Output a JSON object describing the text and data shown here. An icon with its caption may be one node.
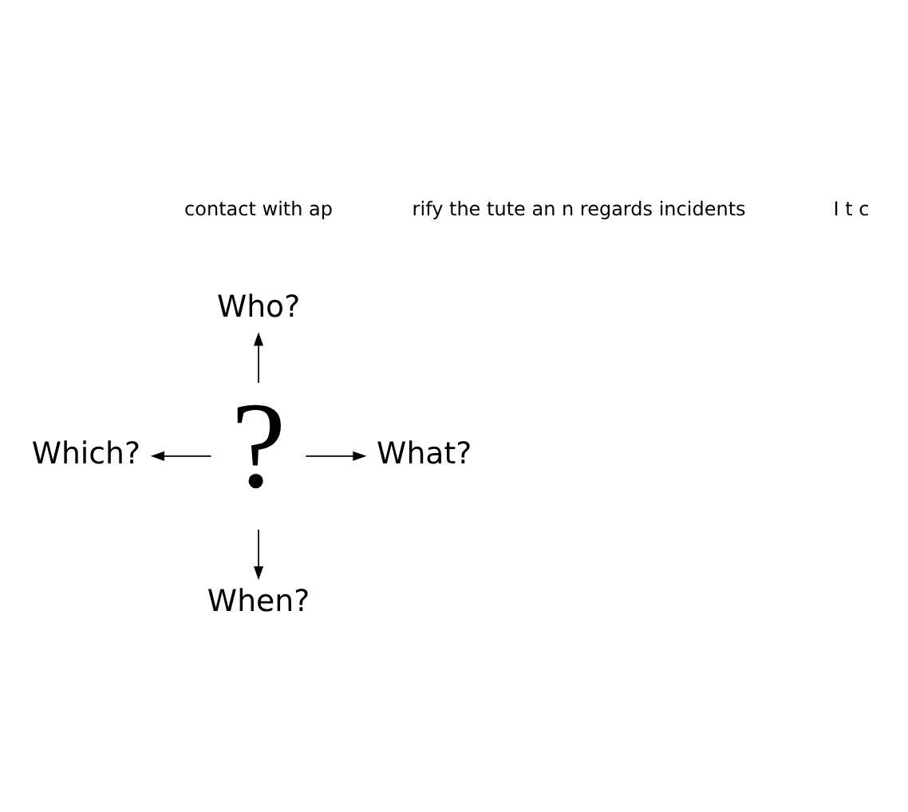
{
  "diagram": {
    "nodes": [
      {
        "text": [
          "?"
        ]
      },
      {
        "text": [
          "Who?"
        ]
      },
      {
        "text": [
          "Which?"
        ]
      },
      {
        "text": [
          "What?"
        ]
      },
      {
        "text": [
          "When?"
        ]
      }
    ],
    "edges": [
      {
        "from": 0,
        "to": 1,
        "arrow": "to"
      },
      {
        "from": 0,
        "to": 2,
        "arrow": "to"
      },
      {
        "from": 0,
        "to": 3,
        "arrow": "to"
      },
      {
        "from": 0,
        "to": 4,
        "arrow": "to"
      }
    ],
    "labels": [
      "contact with ap",
      "rify the tute an n regards incidents",
      "I t c"
    ]
  }
}
